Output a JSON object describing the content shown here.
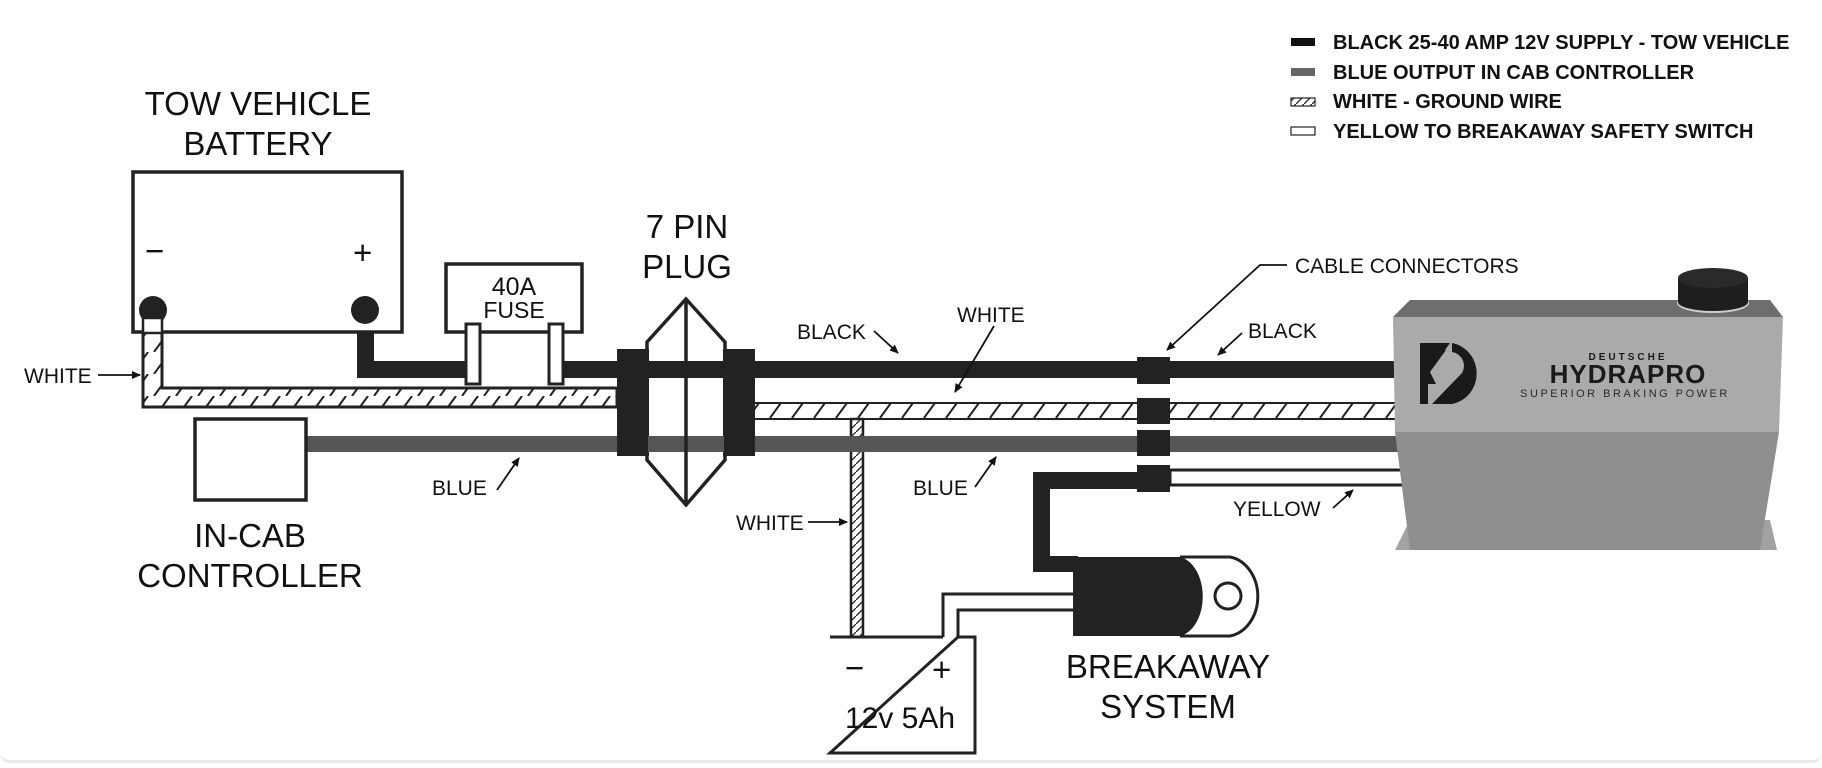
{
  "legend": {
    "items": [
      {
        "key": "black",
        "label": "BLACK 25-40 AMP 12V SUPPLY - TOW VEHICLE"
      },
      {
        "key": "blue",
        "label": "BLUE OUTPUT IN CAB CONTROLLER"
      },
      {
        "key": "white",
        "label": "WHITE - GROUND WIRE"
      },
      {
        "key": "yellow",
        "label": "YELLOW TO BREAKAWAY SAFETY SWITCH"
      }
    ]
  },
  "components": {
    "tow_battery": {
      "title_line1": "TOW VEHICLE",
      "title_line2": "BATTERY",
      "neg": "−",
      "pos": "+"
    },
    "fuse": {
      "line1": "40A",
      "line2": "FUSE"
    },
    "plug": {
      "line1": "7 PIN",
      "line2": "PLUG"
    },
    "controller": {
      "line1": "IN-CAB",
      "line2": "CONTROLLER"
    },
    "small_battery": {
      "neg": "−",
      "pos": "+",
      "rating": "12v 5Ah"
    },
    "breakaway": {
      "line1": "BREAKAWAY",
      "line2": "SYSTEM"
    },
    "unit": {
      "brand_top": "DEUTSCHE",
      "brand_main": "HYDRAPRO",
      "tagline": "SUPERIOR BRAKING POWER"
    }
  },
  "labels": {
    "white_left": "WHITE",
    "blue_left": "BLUE",
    "black_mid": "BLACK",
    "white_mid": "WHITE",
    "white_drop": "WHITE",
    "blue_mid": "BLUE",
    "cable_connectors": "CABLE CONNECTORS",
    "black_right": "BLACK",
    "yellow": "YELLOW"
  },
  "colors": {
    "black_wire": "#222222",
    "blue_wire": "#555555",
    "unit_face": "#a9a9a9",
    "unit_lower": "#8e8e90"
  }
}
